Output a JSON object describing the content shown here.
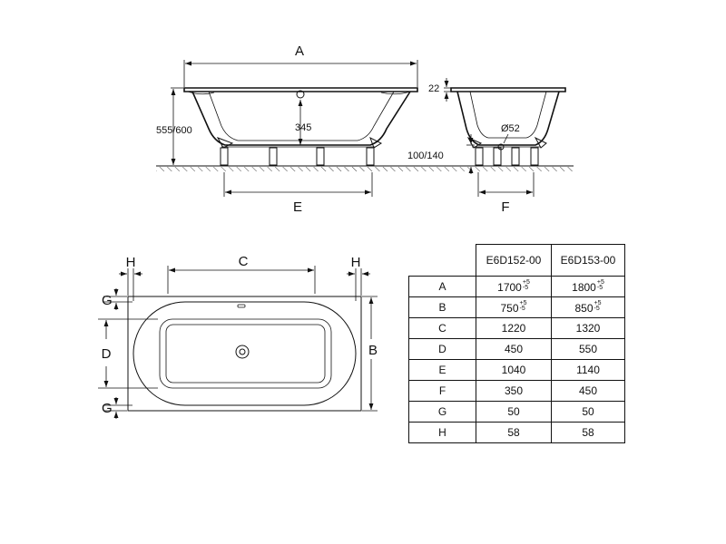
{
  "side_view": {
    "dim_a": "A",
    "dim_e": "E",
    "height_label": "555/600",
    "inner_depth": "345"
  },
  "end_view": {
    "rim_label": "22",
    "pipe_label": "Ø52",
    "leg_label": "100/140",
    "dim_f": "F"
  },
  "plan_view": {
    "dim_c": "C",
    "dim_h_left": "H",
    "dim_h_right": "H",
    "dim_g_top": "G",
    "dim_g_bottom": "G",
    "dim_d": "D",
    "dim_b": "B"
  },
  "table": {
    "headers": [
      "",
      "E6D152-00",
      "E6D153-00"
    ],
    "rows": [
      {
        "dim": "A",
        "v1": "1700",
        "v1_tol_plus": "+5",
        "v1_tol_minus": "-5",
        "v2": "1800",
        "v2_tol_plus": "+5",
        "v2_tol_minus": "-5"
      },
      {
        "dim": "B",
        "v1": "750",
        "v1_tol_plus": "+5",
        "v1_tol_minus": "-5",
        "v2": "850",
        "v2_tol_plus": "+5",
        "v2_tol_minus": "-5"
      },
      {
        "dim": "C",
        "v1": "1220",
        "v2": "1320"
      },
      {
        "dim": "D",
        "v1": "450",
        "v2": "550"
      },
      {
        "dim": "E",
        "v1": "1040",
        "v2": "1140"
      },
      {
        "dim": "F",
        "v1": "350",
        "v2": "450"
      },
      {
        "dim": "G",
        "v1": "50",
        "v2": "50"
      },
      {
        "dim": "H",
        "v1": "58",
        "v2": "58"
      }
    ]
  }
}
